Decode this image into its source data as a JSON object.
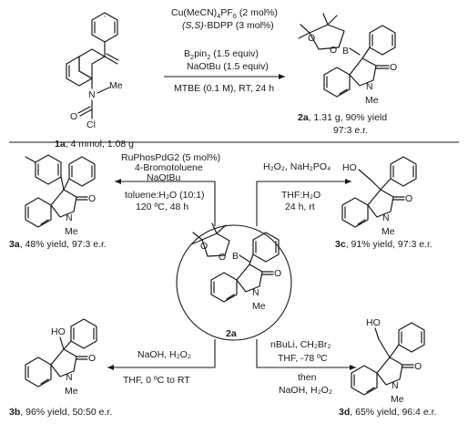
{
  "top_reaction": {
    "conditions": [
      [
        "Cu(MeCN)",
        "4",
        "PF",
        "6",
        " (2 mol%)"
      ],
      [
        "(S,S)",
        "-BDPP (3 mol%)"
      ],
      [
        "B",
        "2",
        "pin",
        "2",
        " (1.5 equiv)"
      ],
      [
        "NaOtBu (1.5 equiv)"
      ],
      [
        "MTBE (0.1 M), RT, 24 h"
      ]
    ],
    "sm_id": "1a",
    "sm_caption": ", 4 mmol, 1.08 g",
    "product_id": "2a",
    "product_caption": ", 1.31 g, 90% yield",
    "product_er": "97:3 e.r."
  },
  "center": {
    "id": "2a"
  },
  "branch_3a": {
    "conditions": [
      "RuPhosPdG2 (5 mol%)",
      "4-Bromotoluene",
      "NaOtBu"
    ],
    "solvent": "toluene:H₂O (10:1)",
    "temp": "120 ºC, 48 h",
    "id": "3a",
    "caption": ", 48% yield, 97:3 e.r."
  },
  "branch_3c": {
    "conditions": "H₂O₂, NaH₂PO₄",
    "solvent": "THF:H₂O",
    "time": "24 h, rt",
    "id": "3c",
    "caption": ", 91% yield, 97:3 e.r."
  },
  "branch_3b": {
    "conditions": "NaOH, H₂O₂",
    "solvent": "THF, 0 ºC to RT",
    "id": "3b",
    "caption": ", 96% yield, 50:50 e.r."
  },
  "branch_3d": {
    "conditions": [
      "nBuLi, CH₂Br₂",
      "THF, -78 ºC",
      "then",
      "NaOH, H₂O₂"
    ],
    "id": "3d",
    "caption": ", 65% yield, 96:4 e.r."
  },
  "atoms": {
    "N": "N",
    "O": "O",
    "Me": "Me",
    "Cl": "Cl",
    "B": "B",
    "HO": "HO"
  }
}
